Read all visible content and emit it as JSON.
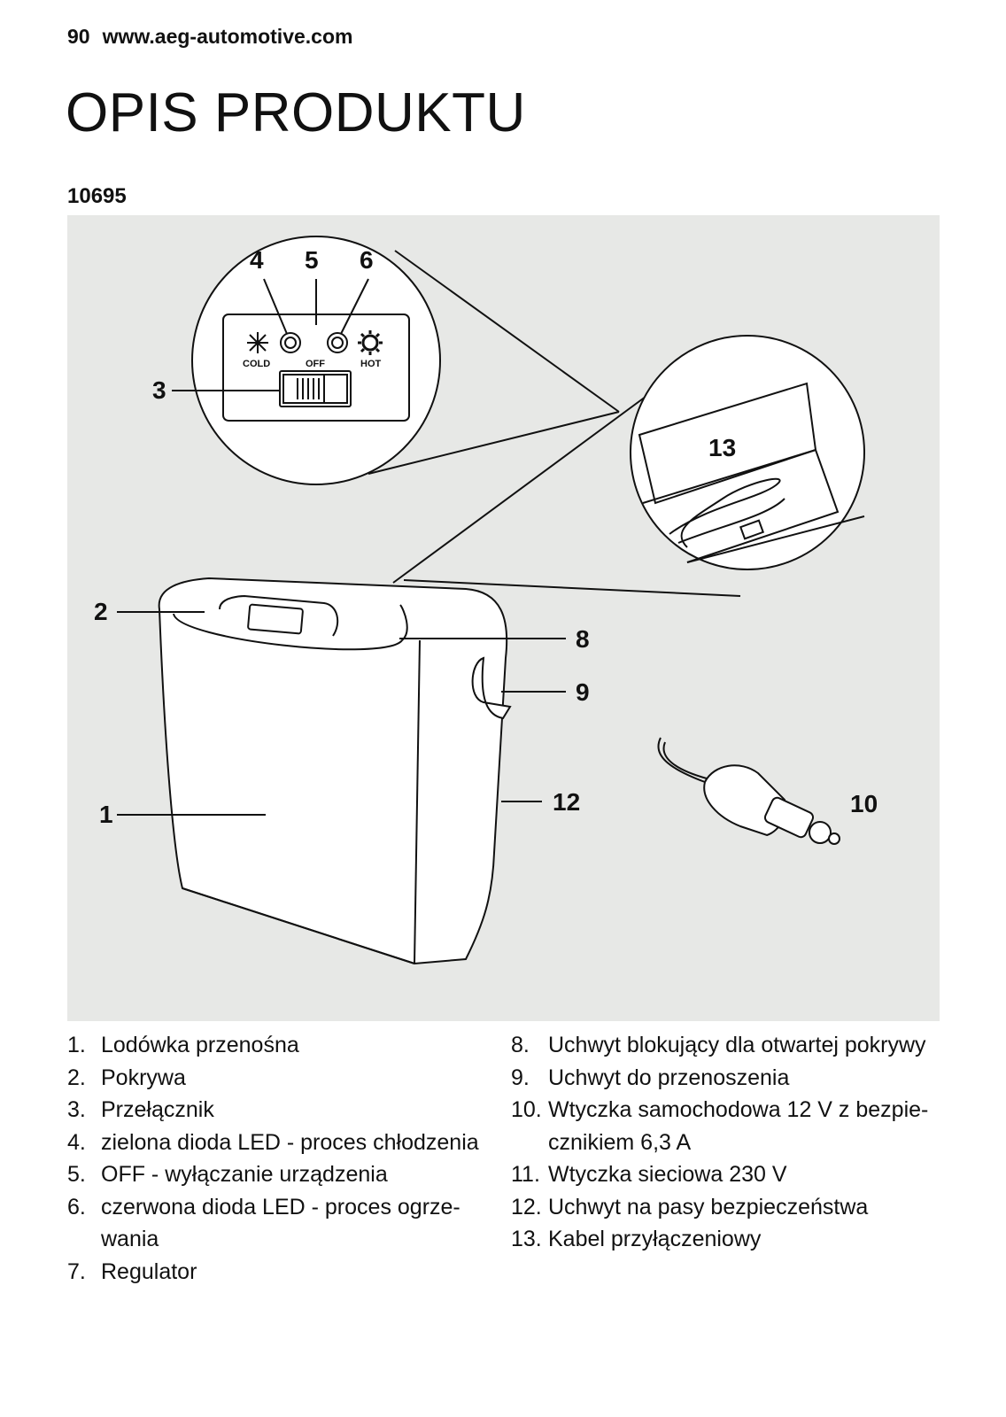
{
  "header": {
    "page_number": "90",
    "website": "www.aeg-automotive.com"
  },
  "title": "OPIS PRODUKTU",
  "model": "10695",
  "figure": {
    "callouts": [
      "1",
      "2",
      "3",
      "4",
      "5",
      "6",
      "8",
      "9",
      "10",
      "12",
      "13"
    ],
    "panel_labels": {
      "cold": "COLD",
      "off": "OFF",
      "hot": "HOT"
    }
  },
  "parts_left": [
    {
      "num": "1.",
      "text": "Lodówka przenośna"
    },
    {
      "num": "2.",
      "text": "Pokrywa"
    },
    {
      "num": "3.",
      "text": "Przełącznik"
    },
    {
      "num": "4.",
      "text": "zielona dioda LED - proces chłodzenia"
    },
    {
      "num": "5.",
      "text": "OFF - wyłączanie urządzenia"
    },
    {
      "num": "6.",
      "text": "czerwona dioda LED - proces ogrze-wania"
    },
    {
      "num": "7.",
      "text": "Regulator"
    }
  ],
  "parts_right": [
    {
      "num": "8.",
      "text": "Uchwyt blokujący dla otwartej pokrywy"
    },
    {
      "num": "9.",
      "text": "Uchwyt do przenoszenia"
    },
    {
      "num": "10.",
      "text": "Wtyczka samochodowa 12 V z bezpie-cznikiem 6,3 A"
    },
    {
      "num": "11.",
      "text": "Wtyczka sieciowa 230 V"
    },
    {
      "num": "12.",
      "text": "Uchwyt na pasy bezpieczeństwa"
    },
    {
      "num": "13.",
      "text": "Kabel przyłączeniowy"
    }
  ]
}
